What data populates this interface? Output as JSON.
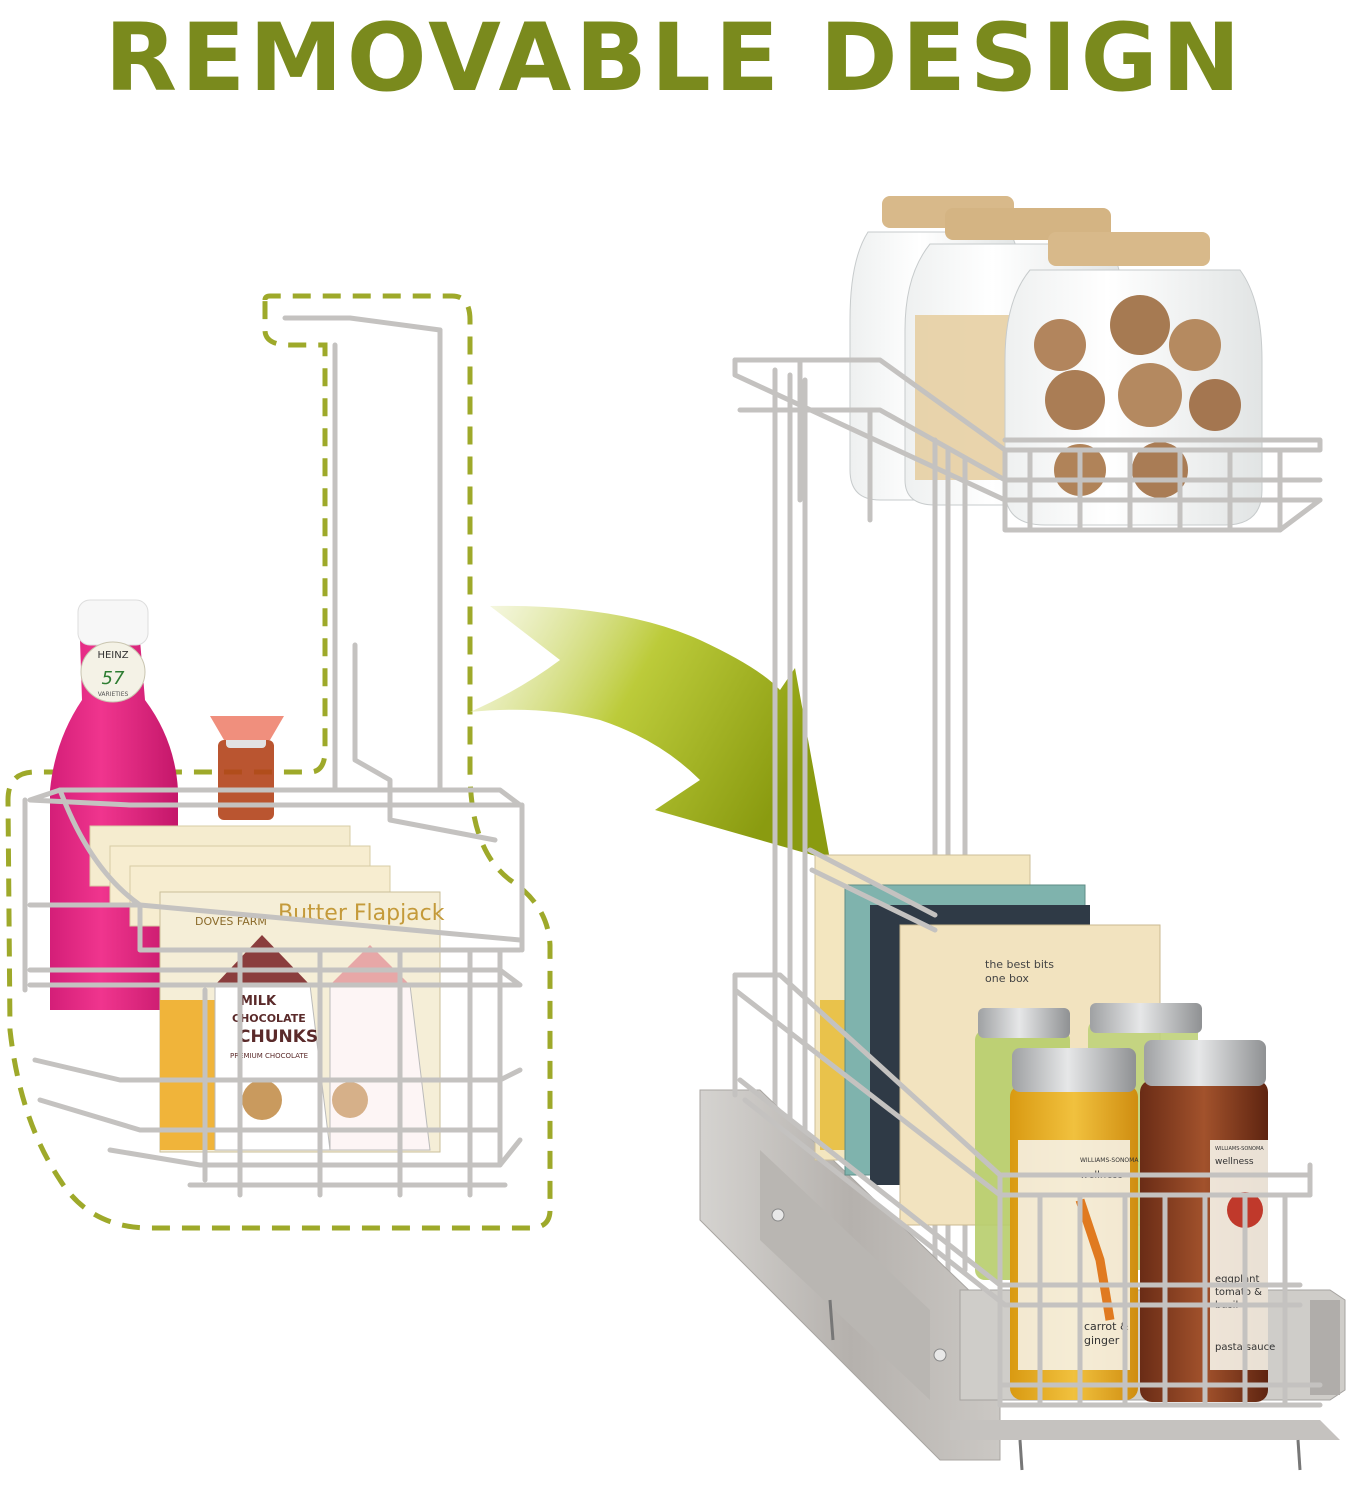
{
  "headline": "REMOVABLE DESIGN",
  "colors": {
    "headline": "#7a8a1d",
    "dashed_outline": "#9ea92a",
    "arrow_start": "#f2f5d8",
    "arrow_end": "#8c9c12",
    "wire": "#c9c9c9"
  },
  "product_labels": {
    "sauce_bottle_brand": "HEINZ",
    "sauce_bottle_number": "57",
    "sauce_bottle_sub": "VARIETIES",
    "cereal_box_brand": "DOVES FARM",
    "cereal_box_name": "Butter Flapjack",
    "milk_carton_line1": "MILK",
    "milk_carton_line2": "CHOCOLATE",
    "milk_carton_line3": "CHUNKS",
    "milk_carton_sub": "PREMIUM CHOCOLATE",
    "right_box_text_line1": "the best bits",
    "right_box_text_line2": "one box",
    "jar_brand_left": "WILLIAMS-SONOMA",
    "jar_sub_left": "wellness",
    "jar_flavor_left_line1": "carrot &",
    "jar_flavor_left_line2": "ginger",
    "jar_brand_right": "WILLIAMS-SONOMA",
    "jar_sub_right": "wellness",
    "jar_flavor_right_line1": "eggplant",
    "jar_flavor_right_line2": "tomato &",
    "jar_flavor_right_line3": "basil",
    "jar_flavor_right_line4": "pasta sauce"
  }
}
